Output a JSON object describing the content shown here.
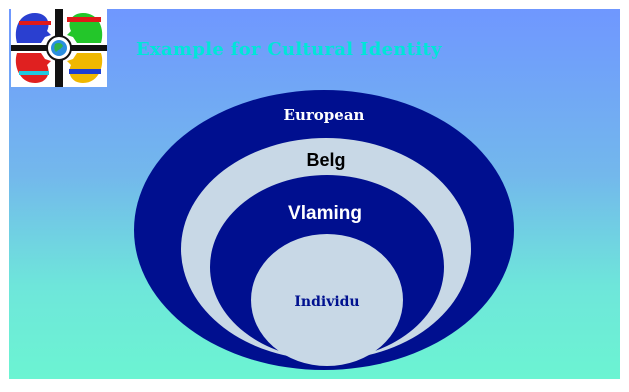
{
  "slide": {
    "title": "Example for Cultural Identity"
  },
  "logo": {
    "icon": "cultural-faces-globe-logo"
  },
  "diagram": {
    "levels": [
      {
        "label": "European",
        "color": "#000f8f",
        "text_color": "#ffffff"
      },
      {
        "label": "Belg",
        "color": "#c8d8e6",
        "text_color": "#000000"
      },
      {
        "label": "Vlaming",
        "color": "#000f8f",
        "text_color": "#ffffff"
      },
      {
        "label": "Individu",
        "color": "#c8d8e6",
        "text_color": "#00118f"
      }
    ]
  }
}
